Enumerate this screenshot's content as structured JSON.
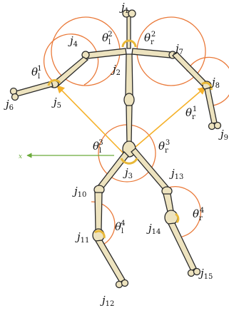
{
  "colors": {
    "background": "#ffffff",
    "bone_fill": "#ede3bf",
    "bone_stroke": "#2a2a2a",
    "arc_orange": "#ea7a3a",
    "arrow_yellow": "#f5b12a",
    "joint_marker": "#e8b838",
    "axis_green": "#6aaa3a"
  },
  "axis": {
    "label": "x"
  },
  "joints": [
    {
      "id": "j1",
      "base": "j",
      "sub": "1"
    },
    {
      "id": "j2",
      "base": "j",
      "sub": "2"
    },
    {
      "id": "j3",
      "base": "j",
      "sub": "3"
    },
    {
      "id": "j4",
      "base": "j",
      "sub": "4"
    },
    {
      "id": "j5",
      "base": "j",
      "sub": "5"
    },
    {
      "id": "j6",
      "base": "j",
      "sub": "6"
    },
    {
      "id": "j7",
      "base": "j",
      "sub": "7"
    },
    {
      "id": "j8",
      "base": "j",
      "sub": "8"
    },
    {
      "id": "j9",
      "base": "j",
      "sub": "9"
    },
    {
      "id": "j10",
      "base": "j",
      "sub": "10"
    },
    {
      "id": "j11",
      "base": "j",
      "sub": "11"
    },
    {
      "id": "j12",
      "base": "j",
      "sub": "12"
    },
    {
      "id": "j13",
      "base": "j",
      "sub": "13"
    },
    {
      "id": "j14",
      "base": "j",
      "sub": "14"
    },
    {
      "id": "j15",
      "base": "j",
      "sub": "15"
    }
  ],
  "angles": [
    {
      "id": "theta_l1",
      "base": "θ",
      "sub": "l",
      "sup": "1"
    },
    {
      "id": "theta_r1",
      "base": "θ",
      "sub": "r",
      "sup": "1"
    },
    {
      "id": "theta_l2",
      "base": "θ",
      "sub": "l",
      "sup": "2"
    },
    {
      "id": "theta_r2",
      "base": "θ",
      "sub": "r",
      "sup": "2"
    },
    {
      "id": "theta_l3",
      "base": "θ",
      "sub": "l",
      "sup": "3"
    },
    {
      "id": "theta_r3",
      "base": "θ",
      "sub": "r",
      "sup": "3"
    },
    {
      "id": "theta_l4",
      "base": "θ",
      "sub": "l",
      "sup": "4"
    },
    {
      "id": "theta_r4",
      "base": "θ",
      "sub": "r",
      "sup": "4"
    }
  ]
}
